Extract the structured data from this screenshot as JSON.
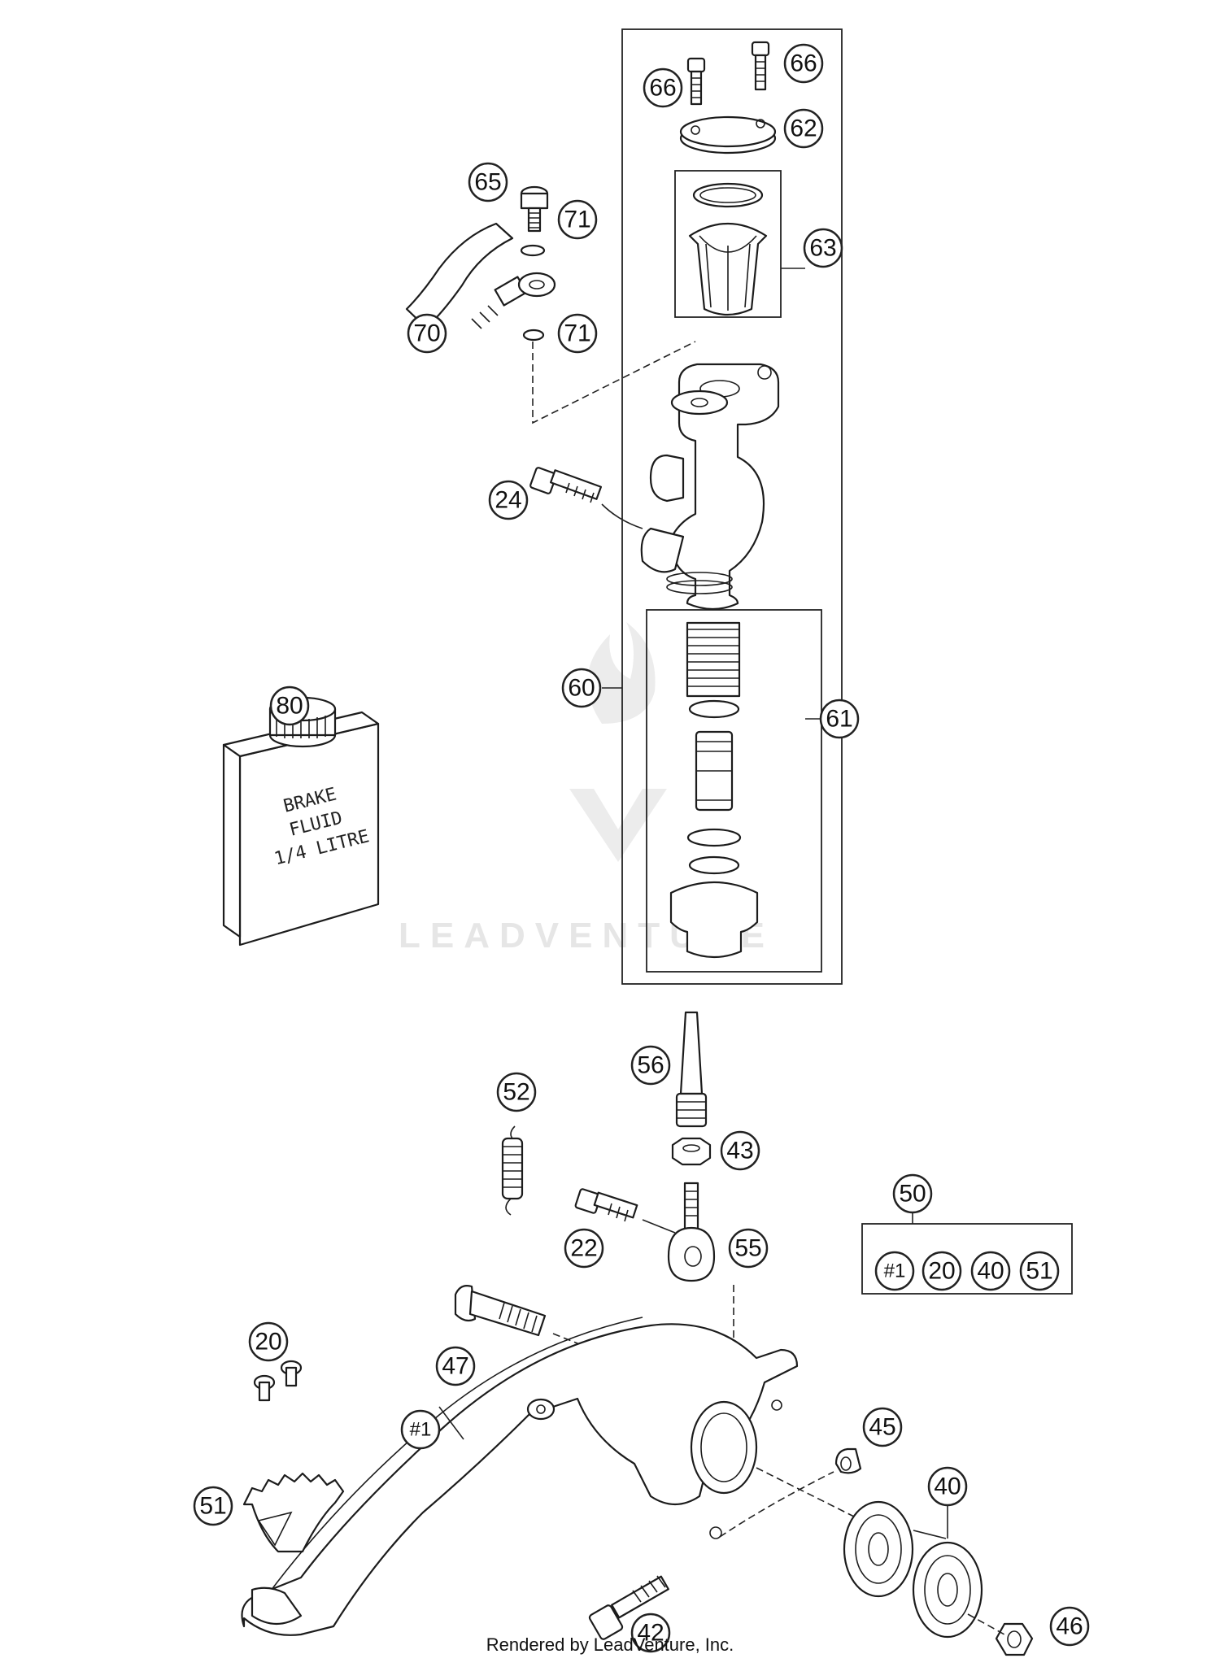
{
  "callouts": {
    "c66a": "66",
    "c66b": "66",
    "c62": "62",
    "c65": "65",
    "c71a": "71",
    "c71b": "71",
    "c63": "63",
    "c70": "70",
    "c24": "24",
    "c80": "80",
    "c60": "60",
    "c61": "61",
    "c56": "56",
    "c52": "52",
    "c43": "43",
    "c50": "50",
    "c22": "22",
    "c55": "55",
    "c20a": "20",
    "c47": "47",
    "c45": "45",
    "c1a": "#1",
    "c51a": "51",
    "c40a": "40",
    "c42": "42",
    "c46": "46",
    "k1": "#1",
    "k20": "20",
    "k40": "40",
    "k51": "51"
  },
  "brake_fluid": {
    "line1": "BRAKE",
    "line2": "FLUID",
    "line3": "1/4 LITRE"
  },
  "watermark": "LEADVENTURE",
  "footer": "Rendered by LeadVenture, Inc."
}
